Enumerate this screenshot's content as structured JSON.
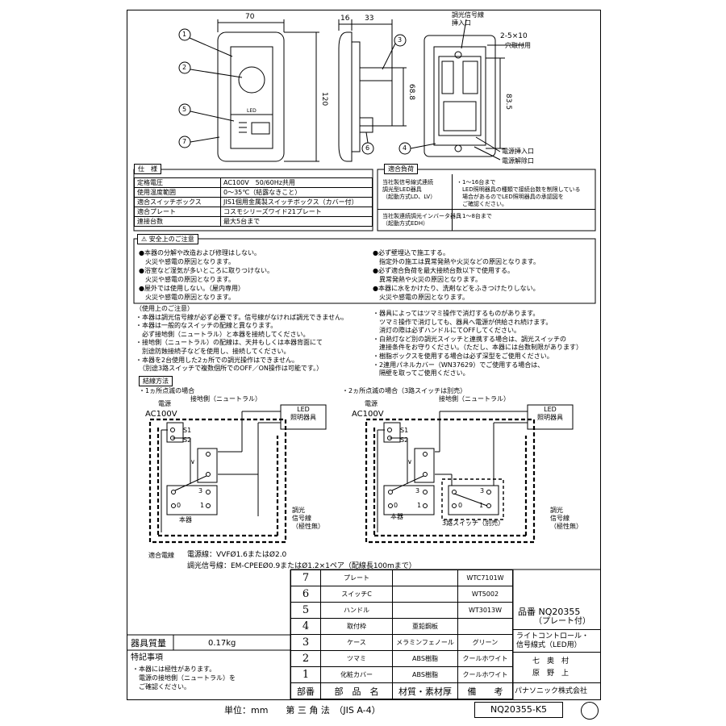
{
  "drawing": {
    "dims": {
      "width_70": "70",
      "height_120": "120",
      "d16": "16",
      "d33": "33",
      "d68_8": "68.8",
      "d83_5": "83.5",
      "screw": "2-5×10",
      "screw_note": "穴取付用",
      "signal_insert": "調光信号線\n挿入口",
      "power_insert": "電源挿入口",
      "power_release": "電源解除口",
      "led": "LED"
    },
    "callouts": [
      "1",
      "2",
      "5",
      "7",
      "3",
      "6",
      "4"
    ]
  },
  "spec": {
    "title": "仕　様",
    "rows": [
      [
        "定格電圧",
        "AC100V　50/60Hz共用"
      ],
      [
        "使用温度範囲",
        "0～35℃（結露なきこと）"
      ],
      [
        "適合スイッチボックス",
        "JIS1個用金属製スイッチボックス（カバー付）"
      ],
      [
        "適合プレート",
        "コスモシリーズワイド21プレート"
      ],
      [
        "連接台数",
        "最大5台まで"
      ]
    ]
  },
  "load": {
    "title": "適合負荷",
    "r1_label": "当社製信号線式連続\n調光型LED器具\n（起動方式LD、LV）",
    "r1_value": "・1～16台まで\n　LED照明器具の種類で接続台数を制限している\n　場合があるのでLED照明器具の承認図を\n　ご確認ください。",
    "r2_label": "当社製連続調光インバータ器具\n（起動方式EDH）",
    "r2_value": "・1～8台まで"
  },
  "safety": {
    "title": "安全上のご注意",
    "left": [
      "●本器の分解や改造および修理はしない。",
      "　火災や感電の原因となります。",
      "●浴室など湿気が多いところに取りつけない。",
      "　火災や感電の原因となります。",
      "●屋外では使用しない。（屋内専用）",
      "　火災や感電の原因となります。"
    ],
    "right": [
      "●必ず壁埋込で施工する。",
      "　指定外の施工は異常発熱や火災などの原因となります。",
      "●必ず適合負荷を最大接続台数以下で使用する。",
      "　異常発熱や火災の原因となります。",
      "●本器に水をかけたり、洗剤などをふきつけたりしない。",
      "　火災や感電の原因となります。"
    ]
  },
  "usage": {
    "title": "（使用上のご注意）",
    "left": [
      "・本器は調光信号線が必ず必要です。信号線がなければ調光できません。",
      "・本器は一般的なスイッチの配線と異なります。",
      "　必ず接地側（ニュートラル）と本器を接続してください。",
      "・接地側（ニュートラル）の配線は、天井もしくは本器背面にて",
      "　別途防蝕接続子などを使用し、接続してください。",
      "・本器を2台使用した2ヵ所での調光操作はできません。",
      "　（別途3路スイッチで複数個所でのOFF／ON操作は可能です。）"
    ],
    "right": [
      "・器具によってはツマミ操作で消灯するものがあります。",
      "　ツマミ操作で消灯しても、器具へ電源が供給され続けます。",
      "　消灯の際は必ずハンドルにてOFFしてください。",
      "・白熱灯など別の調光スイッチと連携する場合は、調光スイッチの",
      "　連接条件をお守りください。（ただし、本器には台数制限があります）",
      "・樹脂ボックスを使用する場合は必ず深型をご使用ください。",
      "・2連用パネルカバー（WN37629）でご使用する場合は、",
      "　隔壁を取ってご使用ください。"
    ]
  },
  "wiring": {
    "title": "結線方法",
    "case1": "・1ヵ所点滅の場合",
    "case2": "・2ヵ所点滅の場合（3路スイッチは別売）",
    "power": "電源",
    "ac": "AC100V",
    "neutral": "接地側（ニュートラル）",
    "led_box": "LED\n照明器具",
    "s1": "S1",
    "s2": "S2",
    "v": "∨",
    "t3": "3",
    "t0": "0",
    "t1": "1",
    "body": "本器",
    "signal": "調光\n信号線\n（極性無）",
    "switch3": "3路スイッチ（別売）",
    "cable_label": "適合電線",
    "cable1": "電源線：VVFØ1.6またはØ2.0",
    "cable2": "調光信号線：EM-CPEEØ0.9またはØ1.2×1ペア（配線長100mまで）"
  },
  "bom": {
    "rows": [
      {
        "no": "7",
        "name": "プレート",
        "material": "",
        "finish": "WTC7101W"
      },
      {
        "no": "6",
        "name": "スイッチC",
        "material": "",
        "finish": "WT5002"
      },
      {
        "no": "5",
        "name": "ハンドル",
        "material": "",
        "finish": "WT3013W"
      },
      {
        "no": "4",
        "name": "取付枠",
        "material": "亜鉛鋼板",
        "finish": ""
      },
      {
        "no": "3",
        "name": "ケース",
        "material": "メラミンフェノール",
        "finish": "グリーン"
      },
      {
        "no": "2",
        "name": "ツマミ",
        "material": "ABS樹脂",
        "finish": "クールホワイト"
      },
      {
        "no": "1",
        "name": "化粧カバー",
        "material": "ABS樹脂",
        "finish": "クールホワイト"
      }
    ],
    "head": {
      "no": "部番",
      "name": "部　品　名",
      "material": "材質・素材厚",
      "finish": "備　　考"
    }
  },
  "weight": {
    "label": "器具質量",
    "value": "0.17kg"
  },
  "notes": {
    "title": "特記事項",
    "lines": [
      "・本器には極性があります。",
      "　電源の接地側（ニュートラル）を",
      "　ご確認ください。"
    ]
  },
  "title_block": {
    "model": "品番 NQ20355",
    "model_sub": "（プレート付）",
    "desc": "ライトコントロール・\n信号線式（LED用）",
    "sign1": "七　奥　村",
    "sign2": "原　野　上",
    "company": "パナソニック株式会社"
  },
  "footer": {
    "units": "単位：mm　　第 三 角 法　（JIS A-4）",
    "drawing_no": "NQ20355-K5"
  }
}
